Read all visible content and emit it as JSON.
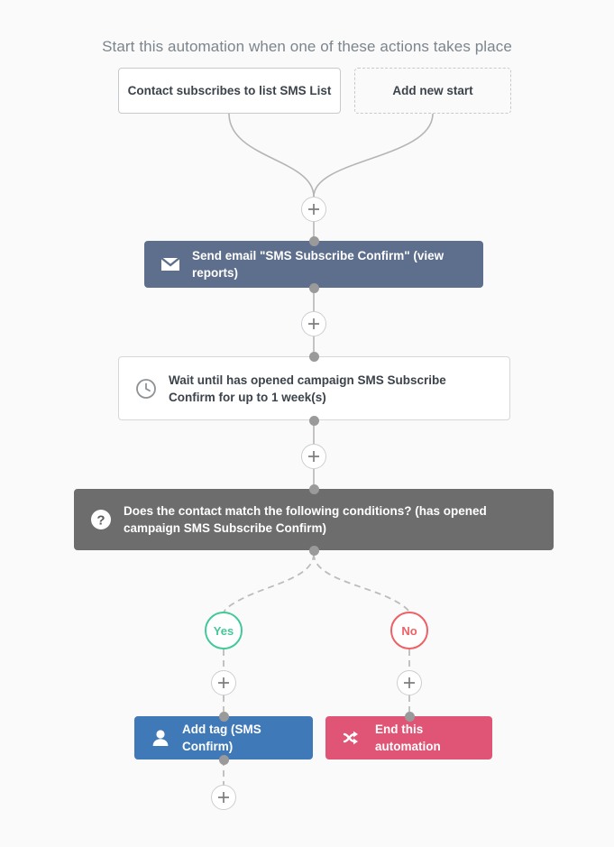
{
  "header": {
    "title": "Start this automation when one of these actions takes place"
  },
  "starts": [
    {
      "label": "Contact subscribes to list SMS List",
      "style": "solid",
      "name": "start-trigger-box"
    },
    {
      "label": "Add new start",
      "style": "dashed",
      "name": "add-new-start-box"
    }
  ],
  "nodes": {
    "email": {
      "label": "Send email \"SMS Subscribe Confirm\" (view reports)",
      "icon": "envelope-icon",
      "color": "#5d6f8c"
    },
    "wait": {
      "label": "Wait until has opened campaign SMS Subscribe Confirm for up to 1 week(s)",
      "icon": "clock-icon",
      "color": "#ffffff"
    },
    "condition": {
      "label": "Does the contact match the following conditions? (has opened campaign SMS Subscribe Confirm)",
      "icon": "question-mark-icon",
      "color": "#6d6d6d"
    },
    "add_tag": {
      "label": "Add tag (SMS Confirm)",
      "icon": "person-icon",
      "color": "#4079b8"
    },
    "end_automation": {
      "label": "End this automation",
      "icon": "shuffle-arrows-icon",
      "color": "#e05575"
    }
  },
  "branches": {
    "yes": {
      "label": "Yes",
      "color": "#43c997"
    },
    "no": {
      "label": "No",
      "color": "#ee6065"
    }
  },
  "add_buttons": [
    {
      "name": "add-step-button-after-start"
    },
    {
      "name": "add-step-button-after-email"
    },
    {
      "name": "add-step-button-after-wait"
    },
    {
      "name": "add-step-button-yes-branch"
    },
    {
      "name": "add-step-button-no-branch"
    },
    {
      "name": "add-step-button-after-add-tag"
    }
  ],
  "colors": {
    "canvas": "#fafafa",
    "wire": "#b5b5b5",
    "dot": "#9a9a9a"
  }
}
